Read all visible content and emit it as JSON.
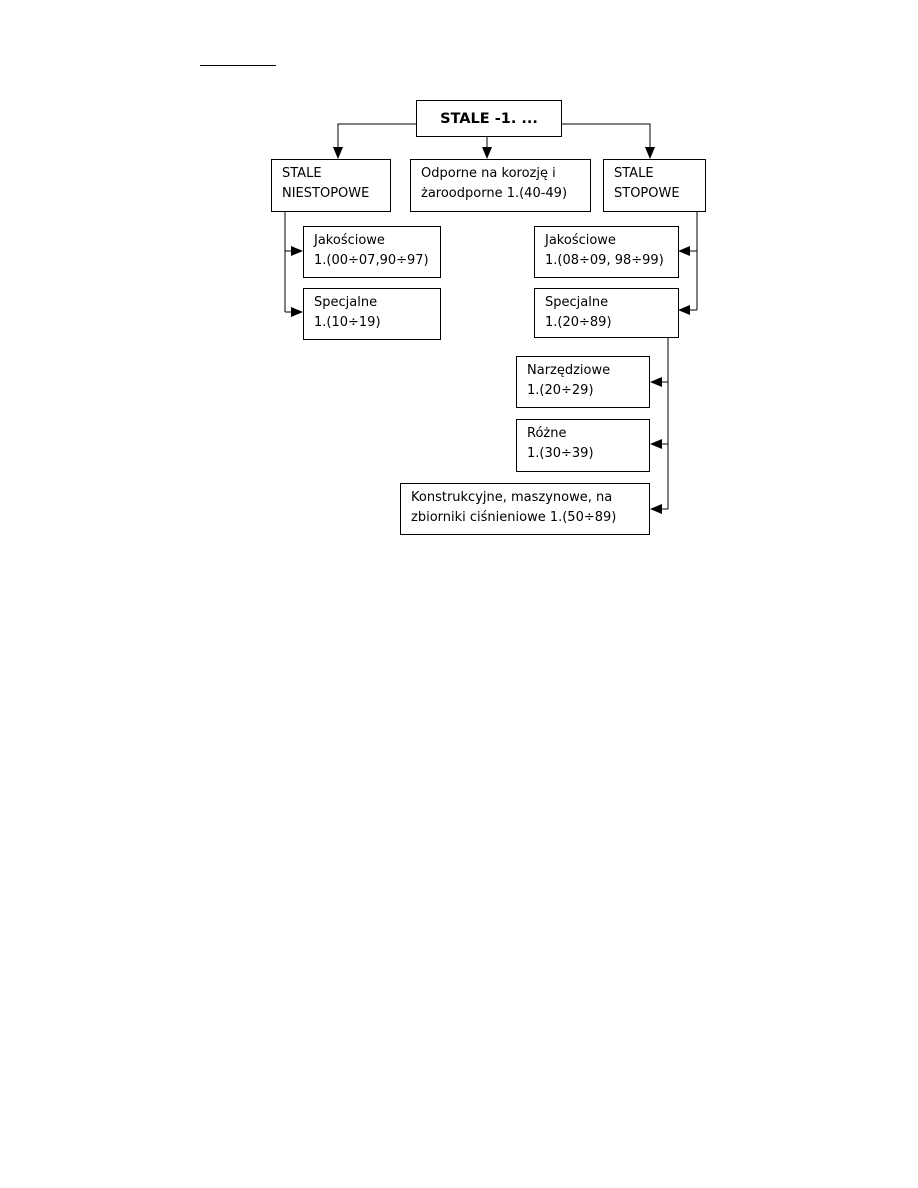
{
  "diagram": {
    "root": {
      "label": "STALE -1. ..."
    },
    "nodes": {
      "niestopowe": {
        "label": "STALE\nNIESTOPOWE"
      },
      "odporne": {
        "label": "Odporne na korozję i\nżaroodporne 1.(40-49)"
      },
      "stopowe": {
        "label": "STALE\nSTOPOWE"
      },
      "niestopowe_jakosciowe": {
        "label": "Jakościowe\n1.(00÷07,90÷97)"
      },
      "niestopowe_specjalne": {
        "label": "Specjalne\n1.(10÷19)"
      },
      "stopowe_jakosciowe": {
        "label": "Jakościowe\n1.(08÷09, 98÷99)"
      },
      "stopowe_specjalne": {
        "label": "Specjalne\n1.(20÷89)"
      },
      "narzedziowe": {
        "label": "Narzędziowe\n1.(20÷29)"
      },
      "rozne": {
        "label": "Różne\n1.(30÷39)"
      },
      "konstrukcyjne": {
        "label": "Konstrukcyjne, maszynowe, na\nzbiorniki ciśnieniowe 1.(50÷89)"
      }
    }
  }
}
